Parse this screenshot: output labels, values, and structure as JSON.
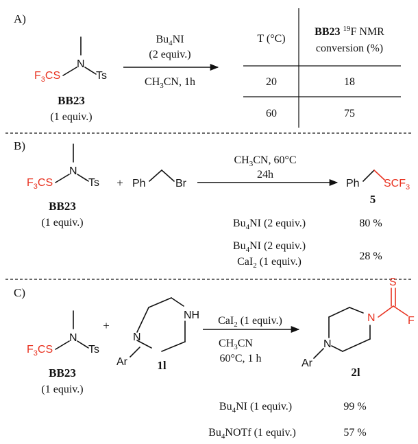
{
  "panel_a": {
    "label": "A)",
    "reagent": {
      "main": "BB23",
      "sub": "(1 equiv.)"
    },
    "arrow_top": {
      "prefix": "Bu",
      "sub": "4",
      "suffix": "NI",
      "line2": "(2 equiv.)"
    },
    "arrow_bottom": {
      "p1": "CH",
      "s1": "3",
      "p2": "CN, 1h"
    },
    "table": {
      "col1_header": "T (°C)",
      "col2_header_bold": "BB23",
      "col2_header_sup": "19",
      "col2_header_rest": "F NMR",
      "col2_header_line2": "conversion (%)",
      "rows": [
        {
          "temp": "20",
          "conv": "18"
        },
        {
          "temp": "60",
          "conv": "75"
        }
      ]
    }
  },
  "panel_b": {
    "label": "B)",
    "reagent": {
      "main": "BB23",
      "sub": "(1 equiv.)"
    },
    "plus": "+",
    "benzyl_ph": "Ph",
    "benzyl_br": "Br",
    "arrow_top": {
      "p1": "CH",
      "s1": "3",
      "p2": "CN, 60°C",
      "line2": "24h"
    },
    "product_ph": "Ph",
    "product_group": {
      "p1": "SCF",
      "s1": "3"
    },
    "product_number": "5",
    "conditions": [
      {
        "lines": [
          {
            "prefix": "Bu",
            "sub": "4",
            "suffix": "NI (2 equiv.)"
          }
        ],
        "yield": "80 %"
      },
      {
        "lines": [
          {
            "prefix": "Bu",
            "sub": "4",
            "suffix": "NI (2 equiv.)"
          },
          {
            "prefix": "CaI",
            "sub": "2",
            "suffix": " (1 equiv.)"
          }
        ],
        "yield": "28 %"
      }
    ]
  },
  "panel_c": {
    "label": "C)",
    "reagent": {
      "main": "BB23",
      "sub": "(1 equiv.)"
    },
    "plus": "+",
    "amine": {
      "nh": "NH",
      "n": "N",
      "ar": "Ar",
      "number": "1l"
    },
    "arrow_top": {
      "prefix": "CaI",
      "sub": "2",
      "suffix": " (1 equiv.)"
    },
    "arrow_bottom": {
      "p1": "CH",
      "s1": "3",
      "p2": "CN",
      "line2": "60°C, 1 h"
    },
    "product": {
      "s": "S",
      "f": "F",
      "n1": "N",
      "n2": "N",
      "ar": "Ar",
      "number": "2l"
    },
    "conditions": [
      {
        "prefix": "Bu",
        "sub": "4",
        "suffix": "NI (1 equiv.)",
        "yield": "99 %"
      },
      {
        "prefix": "Bu",
        "sub": "4",
        "suffix": "NOTf (1 equiv.)",
        "yield": "57 %"
      }
    ]
  },
  "reagent_structure": {
    "f": "F",
    "f_sub": "3",
    "cs": "CS",
    "n": "N",
    "ts": "Ts"
  }
}
